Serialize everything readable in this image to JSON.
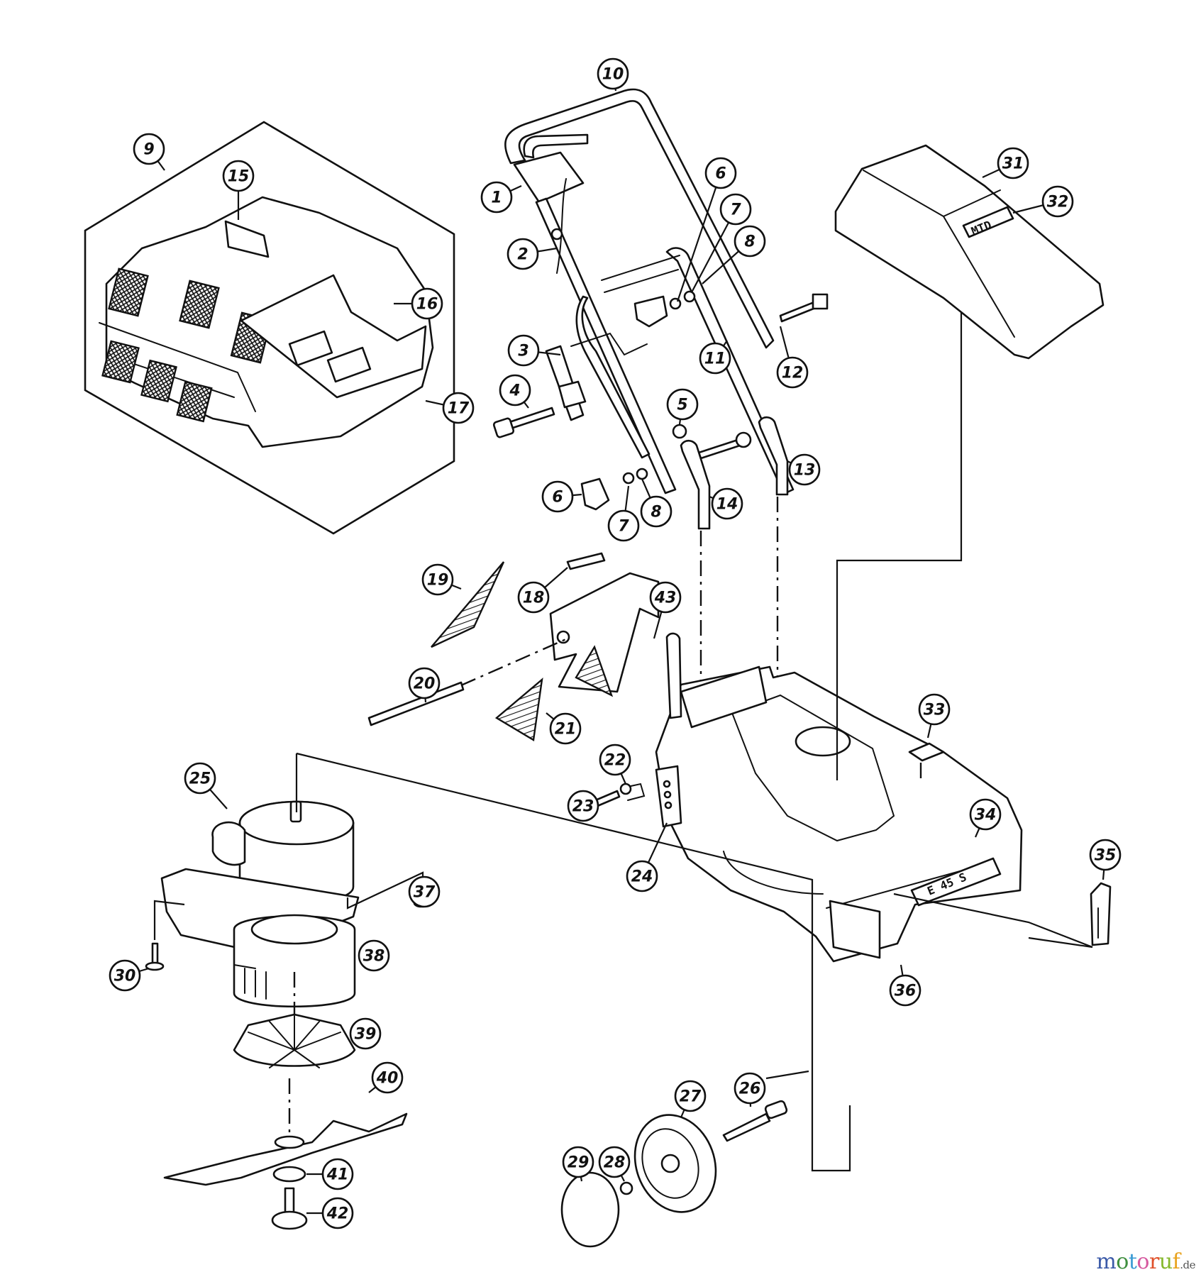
{
  "diagram": {
    "type": "exploded-parts-diagram",
    "subject": "electric lawn mower",
    "callouts": [
      {
        "id": "1",
        "label": "1"
      },
      {
        "id": "2",
        "label": "2"
      },
      {
        "id": "3",
        "label": "3"
      },
      {
        "id": "4",
        "label": "4"
      },
      {
        "id": "5",
        "label": "5"
      },
      {
        "id": "6a",
        "label": "6"
      },
      {
        "id": "7a",
        "label": "7"
      },
      {
        "id": "8a",
        "label": "8"
      },
      {
        "id": "6b",
        "label": "6"
      },
      {
        "id": "7b",
        "label": "7"
      },
      {
        "id": "8b",
        "label": "8"
      },
      {
        "id": "9",
        "label": "9"
      },
      {
        "id": "10",
        "label": "10"
      },
      {
        "id": "11",
        "label": "11"
      },
      {
        "id": "12",
        "label": "12"
      },
      {
        "id": "13",
        "label": "13"
      },
      {
        "id": "14",
        "label": "14"
      },
      {
        "id": "15",
        "label": "15"
      },
      {
        "id": "16",
        "label": "16"
      },
      {
        "id": "17",
        "label": "17"
      },
      {
        "id": "18",
        "label": "18"
      },
      {
        "id": "19",
        "label": "19"
      },
      {
        "id": "20",
        "label": "20"
      },
      {
        "id": "21",
        "label": "21"
      },
      {
        "id": "22",
        "label": "22"
      },
      {
        "id": "23",
        "label": "23"
      },
      {
        "id": "24",
        "label": "24"
      },
      {
        "id": "25",
        "label": "25"
      },
      {
        "id": "26",
        "label": "26"
      },
      {
        "id": "27",
        "label": "27"
      },
      {
        "id": "28",
        "label": "28"
      },
      {
        "id": "29",
        "label": "29"
      },
      {
        "id": "30",
        "label": "30"
      },
      {
        "id": "31",
        "label": "31"
      },
      {
        "id": "32",
        "label": "32"
      },
      {
        "id": "33",
        "label": "33"
      },
      {
        "id": "34",
        "label": "34"
      },
      {
        "id": "35",
        "label": "35"
      },
      {
        "id": "36",
        "label": "36"
      },
      {
        "id": "37",
        "label": "37"
      },
      {
        "id": "38",
        "label": "38"
      },
      {
        "id": "39",
        "label": "39"
      },
      {
        "id": "40",
        "label": "40"
      },
      {
        "id": "41",
        "label": "41"
      },
      {
        "id": "42",
        "label": "42"
      },
      {
        "id": "43",
        "label": "43"
      }
    ],
    "part_labels": {
      "cover_brand": "MTD",
      "deck_model": "E 45 S"
    }
  },
  "watermark": {
    "letters": [
      {
        "ch": "m",
        "color": "#3b5aa8"
      },
      {
        "ch": "o",
        "color": "#3f8f3f"
      },
      {
        "ch": "t",
        "color": "#3b9bd4"
      },
      {
        "ch": "o",
        "color": "#d65aa0"
      },
      {
        "ch": "r",
        "color": "#e0502a"
      },
      {
        "ch": "u",
        "color": "#86b82e"
      },
      {
        "ch": "f",
        "color": "#e8a21c"
      }
    ],
    "suffix": ".de"
  }
}
